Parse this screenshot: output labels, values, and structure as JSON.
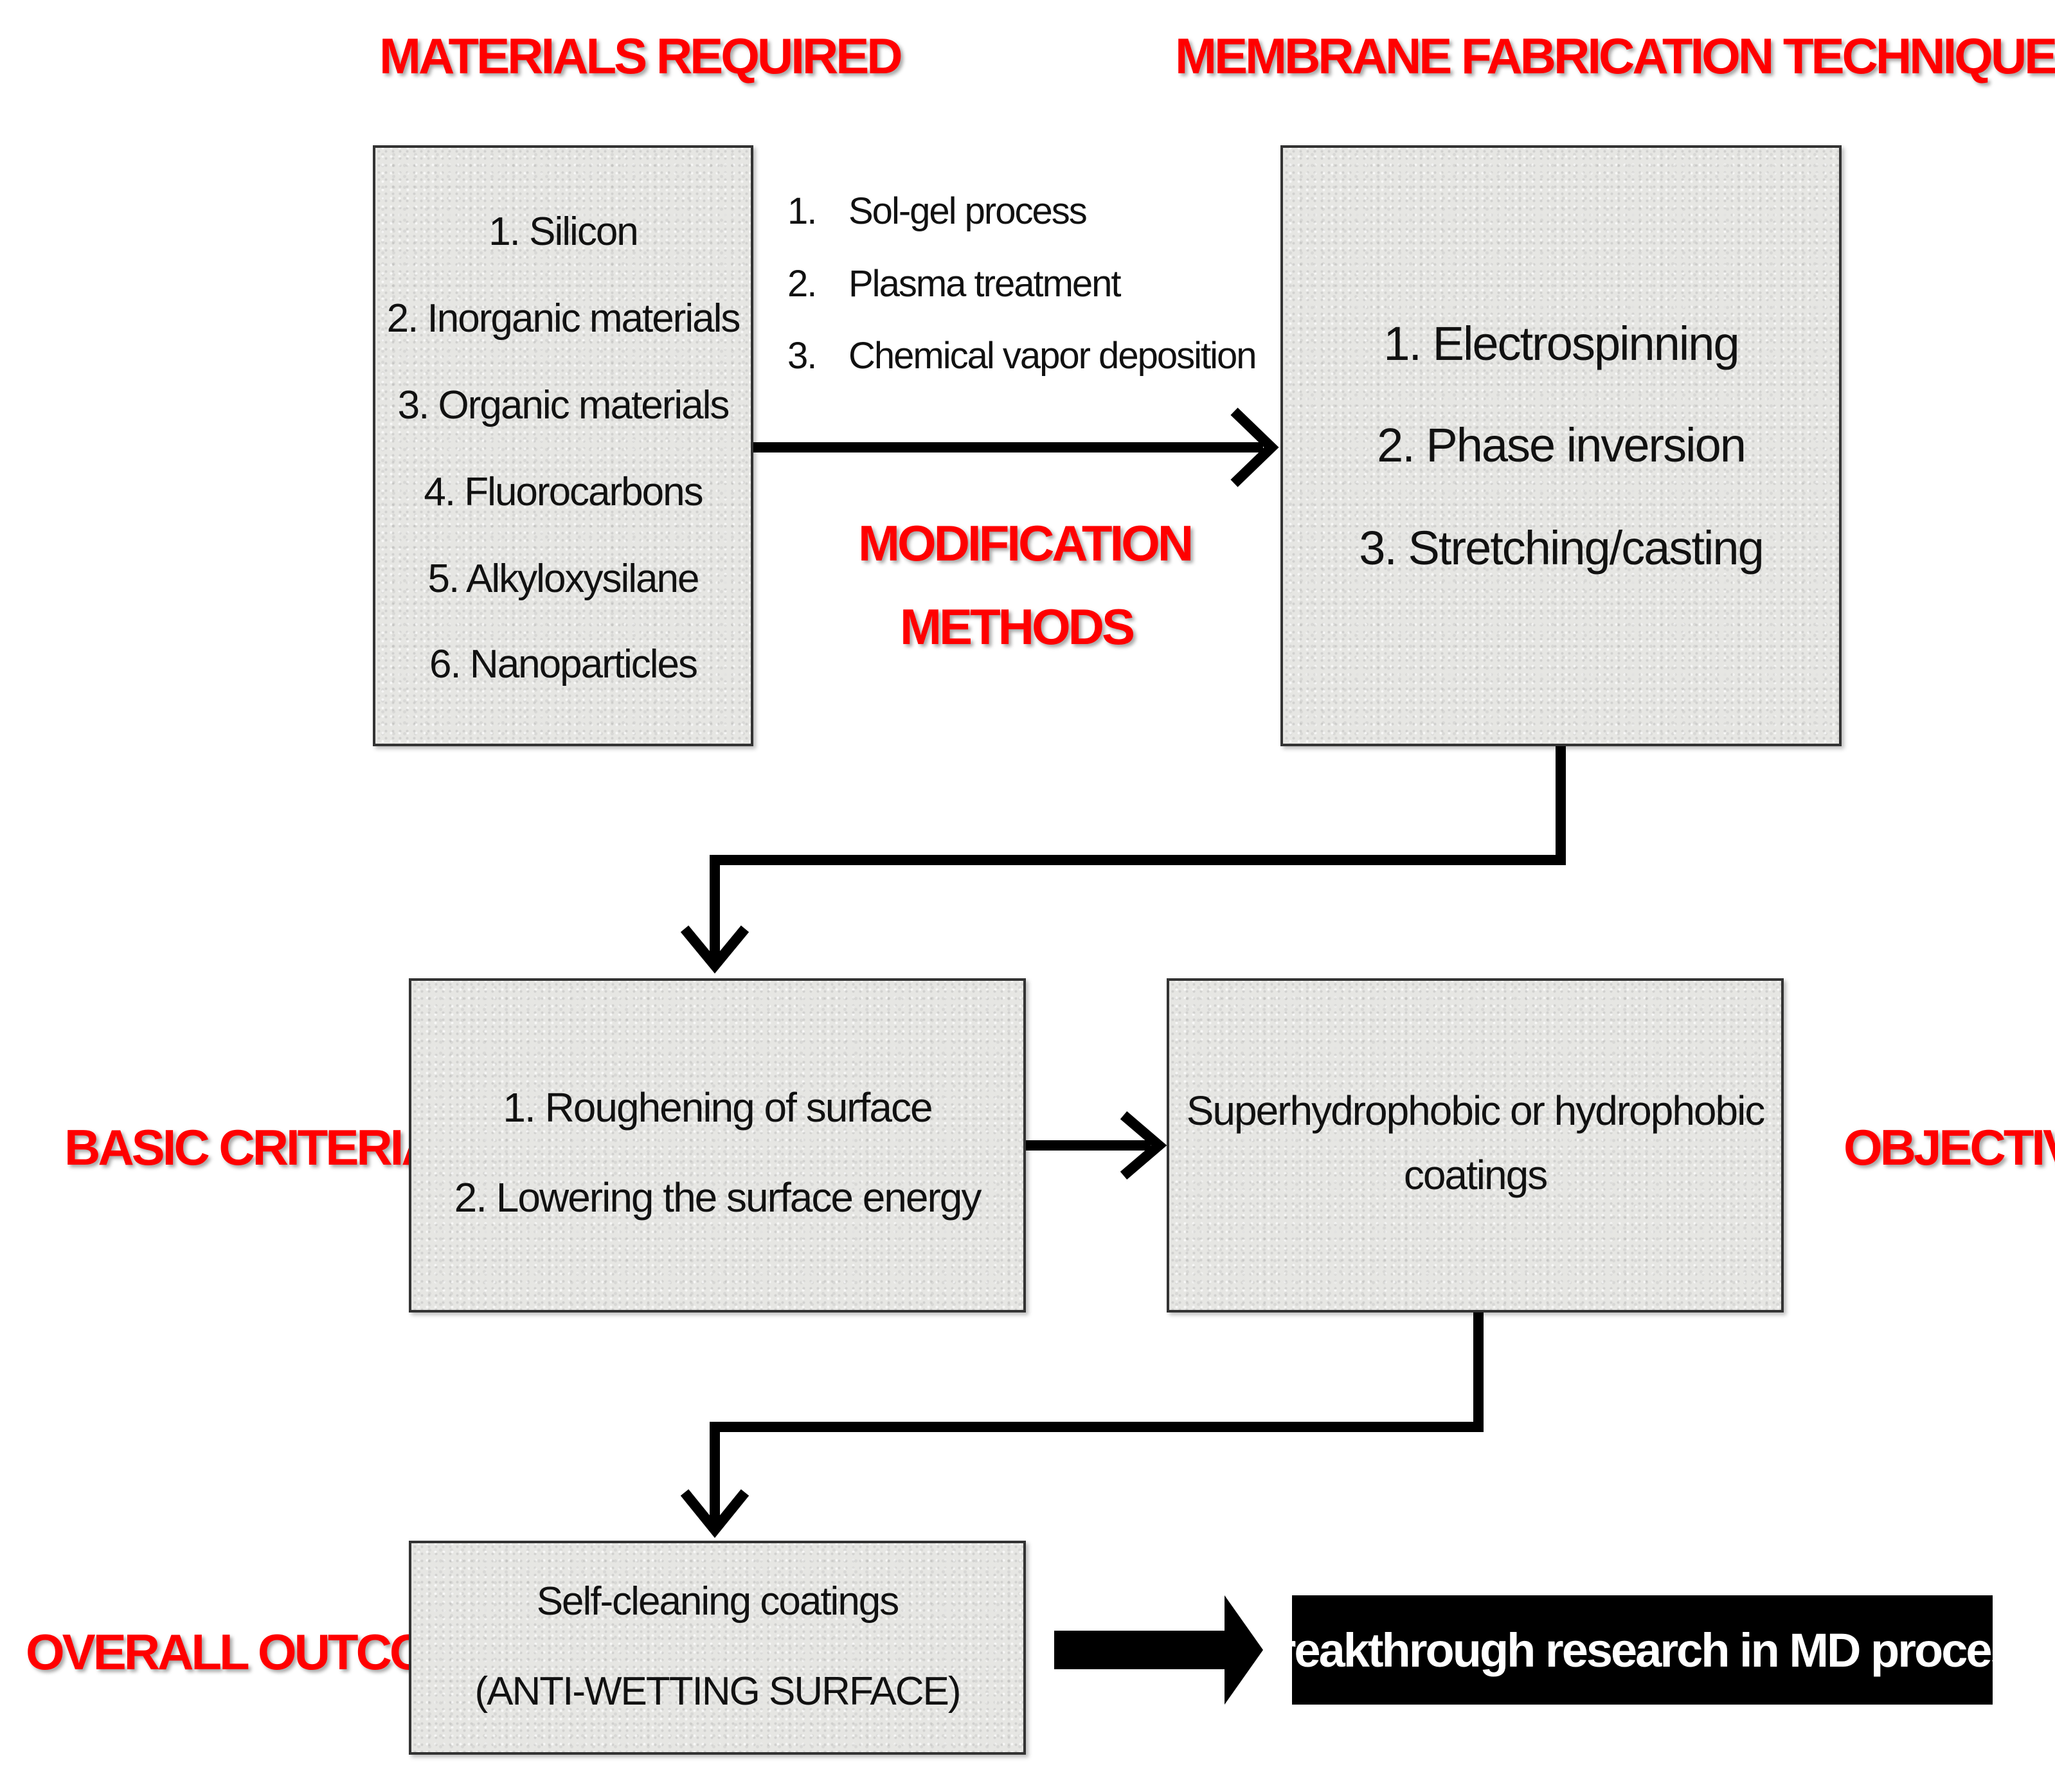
{
  "headings": {
    "materials": "MATERIALS REQUIRED",
    "fabrication": "MEMBRANE FABRICATION TECHNIQUES",
    "modification_line1": "MODIFICATION",
    "modification_line2": "METHODS",
    "basic_criteria": "BASIC CRITERIA",
    "objective": "OBJECTIVE",
    "overall_outcome": "OVERALL OUTCOME"
  },
  "materials": [
    "1. Silicon",
    "2. Inorganic materials",
    "3. Organic materials",
    "4. Fluorocarbons",
    "5. Alkyloxysilane",
    "6. Nanoparticles"
  ],
  "modification_methods": [
    {
      "num": "1.",
      "label": "Sol-gel process"
    },
    {
      "num": "2.",
      "label": "Plasma treatment"
    },
    {
      "num": "3.",
      "label": "Chemical vapor deposition"
    }
  ],
  "fabrication": [
    "1. Electrospinning",
    "2. Phase inversion",
    "3. Stretching/casting"
  ],
  "criteria": [
    "1. Roughening of surface",
    "2. Lowering the surface energy"
  ],
  "objective": [
    "Superhydrophobic or hydrophobic",
    "coatings"
  ],
  "outcome": [
    "Self-cleaning coatings",
    "(ANTI-WETTING SURFACE)"
  ],
  "breakthrough": "Breakthrough research in MD process"
}
